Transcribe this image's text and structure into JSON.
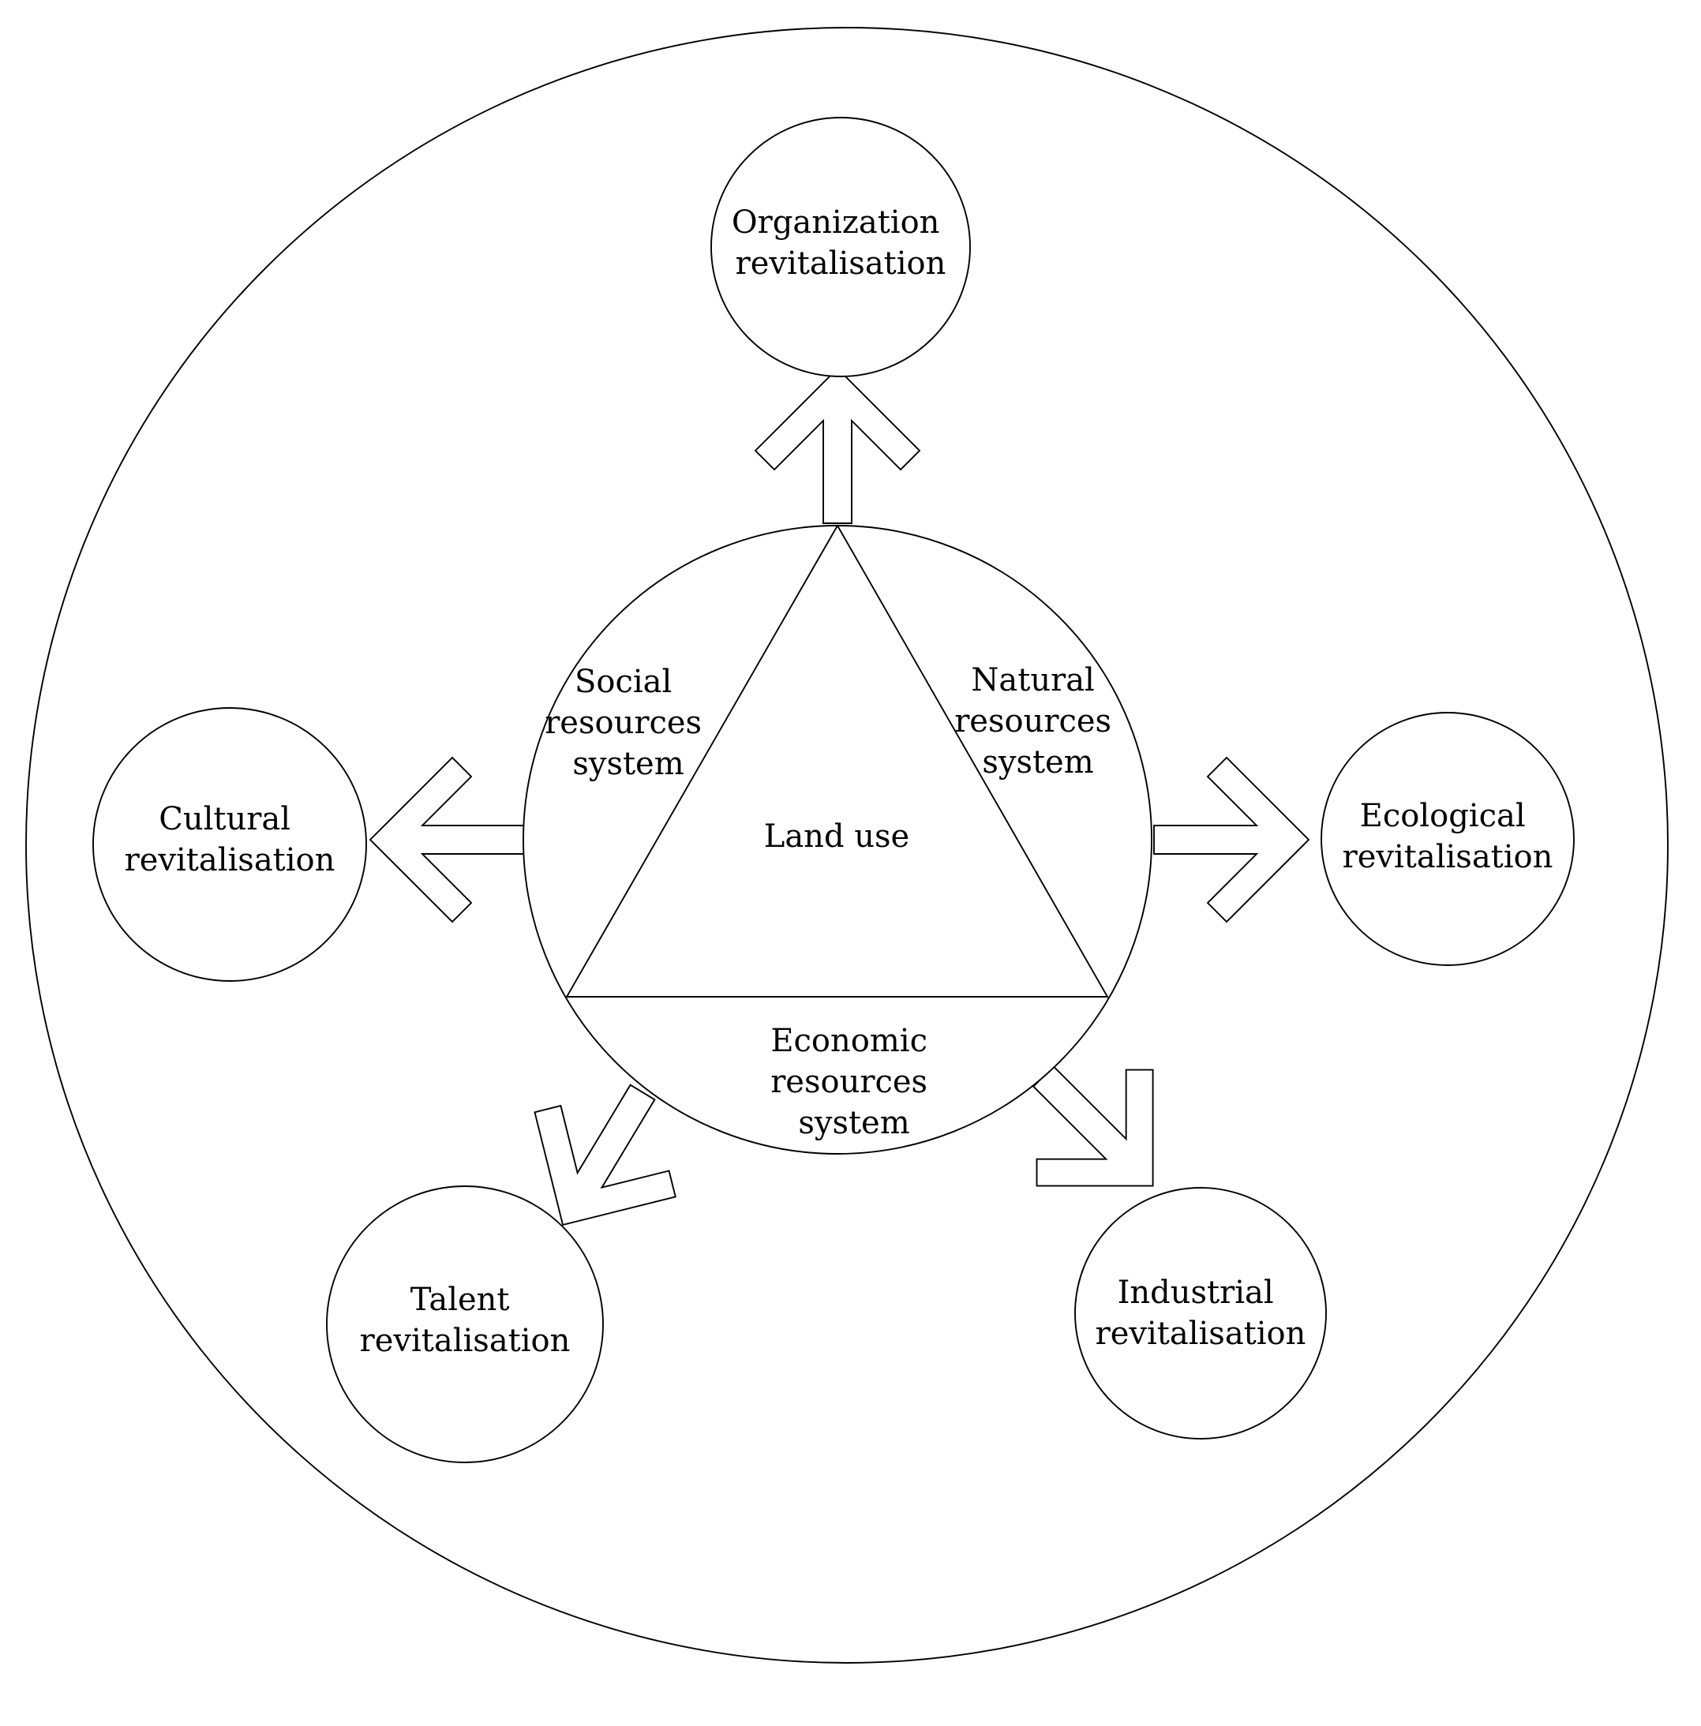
{
  "diagram": {
    "center": {
      "label": "Land use",
      "sides": [
        {
          "id": "social",
          "lines": [
            "Social",
            "resources",
            "system"
          ]
        },
        {
          "id": "natural",
          "lines": [
            "Natural",
            "resources",
            "system"
          ]
        },
        {
          "id": "economic",
          "lines": [
            "Economic",
            "resources",
            "system"
          ]
        }
      ]
    },
    "outcomes": [
      {
        "id": "organization",
        "lines": [
          "Organization",
          "revitalisation"
        ]
      },
      {
        "id": "cultural",
        "lines": [
          "Cultural",
          "revitalisation"
        ]
      },
      {
        "id": "ecological",
        "lines": [
          "Ecological",
          "revitalisation"
        ]
      },
      {
        "id": "talent",
        "lines": [
          "Talent",
          "revitalisation"
        ]
      },
      {
        "id": "industrial",
        "lines": [
          "Industrial",
          "revitalisation"
        ]
      }
    ]
  }
}
